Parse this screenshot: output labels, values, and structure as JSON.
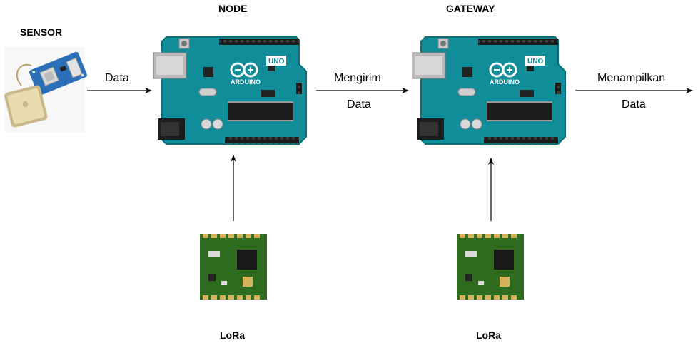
{
  "nodes": {
    "sensor": {
      "title": "SENSOR"
    },
    "node": {
      "title": "NODE"
    },
    "gateway": {
      "title": "GATEWAY"
    },
    "lora_node": {
      "title": "LoRa"
    },
    "lora_gateway": {
      "title": "LoRa"
    }
  },
  "edges": {
    "sensor_to_node": {
      "label": "Data"
    },
    "node_to_gateway": {
      "label_line1": "Mengirim",
      "label_line2": "Data"
    },
    "gateway_out": {
      "label_line1": "Menampilkan",
      "label_line2": "Data"
    }
  },
  "board": {
    "brand": "ARDUINO",
    "model": "UNO"
  },
  "colors": {
    "board": "#118c99",
    "board_dark": "#0b6f79",
    "lora_pcb": "#2f6b1f",
    "gold": "#d6b35a",
    "gps_module": "#2a6fb8",
    "gps_antenna": "#e6d6a8"
  }
}
